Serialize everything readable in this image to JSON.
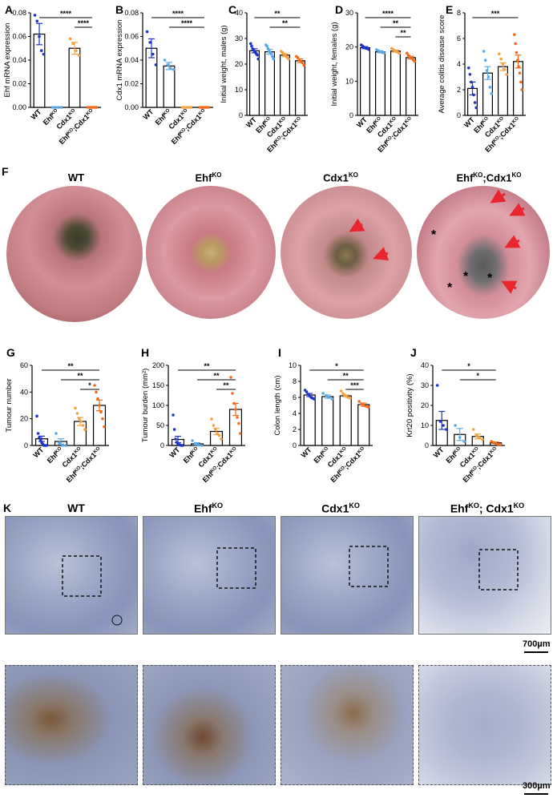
{
  "panels": {
    "A": "A",
    "B": "B",
    "C": "C",
    "D": "D",
    "E": "E",
    "F": "F",
    "G": "G",
    "H": "H",
    "I": "I",
    "J": "J",
    "K": "K"
  },
  "groups": [
    "WT",
    "Ehf",
    "Cdx1",
    "Ehf;Cdx1"
  ],
  "group_labels": [
    {
      "main": "WT",
      "sup": ""
    },
    {
      "main": "Ehf",
      "sup": "KO"
    },
    {
      "main": "Cdx1",
      "sup": "KO"
    },
    {
      "main": "Ehf",
      "sup": "KO",
      "main2": ";Cdx1",
      "sup2": "KO"
    }
  ],
  "images_F": {
    "wt": {
      "main": "WT",
      "sup": ""
    },
    "ehf": {
      "main": "Ehf",
      "sup": "KO"
    },
    "cdx1": {
      "main": "Cdx1",
      "sup": "KO"
    },
    "dko": {
      "main": "Ehf",
      "sup": "KO",
      "main2": ";Cdx1",
      "sup2": "KO"
    }
  },
  "images_K": {
    "wt": {
      "main": "WT",
      "sup": ""
    },
    "ehf": {
      "main": "Ehf",
      "sup": "KO"
    },
    "cdx1": {
      "main": "Cdx1",
      "sup": "KO"
    },
    "dko": {
      "main": "Ehf",
      "sup": "KO",
      "main2": "; Cdx1",
      "sup2": "KO"
    }
  },
  "scale_top": "700µm",
  "scale_bottom": "300µm",
  "colors": {
    "WT": "#1f33c7",
    "Ehf": "#5aa9e6",
    "Cdx1": "#f4a340",
    "Ehf;Cdx1": "#f26a1b",
    "arrow": "#e8262b"
  },
  "chart_data": [
    {
      "id": "A",
      "type": "bar",
      "ylabel": "Ehf mRNA expression",
      "ylim": [
        0,
        0.08
      ],
      "yticks": [
        "0.00",
        "0.02",
        "0.04",
        "0.06",
        "0.08"
      ],
      "values": [
        0.062,
        0.0,
        0.05,
        0.0
      ],
      "errors": [
        0.009,
        0.0,
        0.005,
        0.0
      ],
      "points": [
        [
          0.078,
          0.073,
          0.06,
          0.048,
          0.045
        ],
        [
          0,
          0,
          0,
          0
        ],
        [
          0.058,
          0.054,
          0.048,
          0.044
        ],
        [
          0,
          0,
          0,
          0,
          0,
          0
        ]
      ],
      "sig": [
        {
          "from": 0,
          "to": 3,
          "label": "****"
        },
        {
          "from": 2,
          "to": 3,
          "label": "****"
        }
      ]
    },
    {
      "id": "B",
      "type": "bar",
      "ylabel": "Cdx1 mRNA expression",
      "ylim": [
        0,
        0.08
      ],
      "yticks": [
        "0.00",
        "0.02",
        "0.04",
        "0.06",
        "0.08"
      ],
      "values": [
        0.05,
        0.035,
        0.0,
        0.0
      ],
      "errors": [
        0.008,
        0.003,
        0.0,
        0.0
      ],
      "points": [
        [
          0.064,
          0.055,
          0.045,
          0.036
        ],
        [
          0.04,
          0.036,
          0.033,
          0.032
        ],
        [
          0,
          0,
          0,
          0,
          0
        ],
        [
          0,
          0,
          0,
          0,
          0,
          0
        ]
      ],
      "sig": [
        {
          "from": 0,
          "to": 3,
          "label": "****"
        },
        {
          "from": 1,
          "to": 3,
          "label": "****"
        }
      ]
    },
    {
      "id": "C",
      "type": "bar",
      "ylabel": "Initial weight, males (g)",
      "ylim": [
        0,
        40
      ],
      "yticks": [
        "0",
        "10",
        "20",
        "30",
        "40"
      ],
      "values": [
        25.2,
        24.8,
        23.5,
        21.3
      ],
      "errors": [
        0.8,
        0.9,
        0.6,
        0.7
      ],
      "points": [
        [
          28,
          27,
          26,
          25.5,
          25,
          24.5,
          24,
          23.5,
          22
        ],
        [
          27.5,
          27,
          26,
          25,
          24.5,
          24,
          23,
          22
        ],
        [
          25,
          24.5,
          24,
          23.5,
          23,
          22.5,
          22
        ],
        [
          23,
          22.5,
          21.5,
          21,
          20.5,
          19.5
        ]
      ],
      "sig": [
        {
          "from": 0,
          "to": 3,
          "label": "**"
        },
        {
          "from": 1,
          "to": 3,
          "label": "**"
        }
      ]
    },
    {
      "id": "D",
      "type": "bar",
      "ylabel": "Initial weight, females (g)",
      "ylim": [
        0,
        30
      ],
      "yticks": [
        "0",
        "10",
        "20",
        "30"
      ],
      "values": [
        19.8,
        18.6,
        18.8,
        16.9
      ],
      "errors": [
        0.3,
        0.3,
        0.3,
        0.4
      ],
      "points": [
        [
          20.6,
          20.3,
          20,
          19.8,
          19.6,
          19.5,
          19.3
        ],
        [
          19.2,
          18.9,
          18.6,
          18.4,
          18.3
        ],
        [
          19.6,
          19.3,
          19,
          18.8,
          18.6,
          18.4,
          18.2
        ],
        [
          18.2,
          17.6,
          17.2,
          16.9,
          16.6,
          16.2,
          15.8
        ]
      ],
      "sig": [
        {
          "from": 0,
          "to": 3,
          "label": "****"
        },
        {
          "from": 1,
          "to": 3,
          "label": "**"
        },
        {
          "from": 2,
          "to": 3,
          "label": "**"
        }
      ]
    },
    {
      "id": "E",
      "type": "bar",
      "ylabel": "Average colitis disease score",
      "ylim": [
        0,
        8
      ],
      "yticks": [
        "0",
        "2",
        "4",
        "6",
        "8"
      ],
      "values": [
        2.1,
        3.3,
        3.8,
        4.2
      ],
      "errors": [
        0.5,
        0.5,
        0.3,
        0.5
      ],
      "points": [
        [
          3.7,
          3.2,
          2.6,
          2.2,
          1.6,
          1.0,
          0.6
        ],
        [
          5.0,
          4.3,
          3.5,
          3.0,
          2.2,
          1.7
        ],
        [
          4.8,
          4.4,
          4.0,
          3.6,
          3.2
        ],
        [
          6.3,
          5.6,
          4.9,
          4.3,
          3.8,
          3.3,
          2.6,
          2.0
        ]
      ],
      "sig": [
        {
          "from": 0,
          "to": 3,
          "label": "***"
        }
      ]
    },
    {
      "id": "G",
      "type": "bar",
      "ylabel": "Tumour number",
      "ylim": [
        0,
        60
      ],
      "yticks": [
        "0",
        "20",
        "40",
        "60"
      ],
      "values": [
        5,
        3,
        18,
        30
      ],
      "errors": [
        2,
        2,
        3,
        4
      ],
      "points": [
        [
          22,
          9,
          6,
          4,
          2,
          1,
          0,
          0,
          0
        ],
        [
          9,
          2,
          0,
          0
        ],
        [
          28,
          24,
          20,
          18,
          15,
          12
        ],
        [
          45,
          40,
          35,
          30,
          25,
          20,
          14
        ]
      ],
      "sig": [
        {
          "from": 0,
          "to": 3,
          "label": "**"
        },
        {
          "from": 1,
          "to": 3,
          "label": "**"
        },
        {
          "from": 2,
          "to": 3,
          "label": "*"
        }
      ]
    },
    {
      "id": "H",
      "type": "bar",
      "ylabel": "Tumour burden (mm²)",
      "ylim": [
        0,
        200
      ],
      "yticks": [
        "0",
        "50",
        "100",
        "150",
        "200"
      ],
      "values": [
        15,
        4,
        35,
        90
      ],
      "errors": [
        8,
        3,
        8,
        15
      ],
      "points": [
        [
          76,
          40,
          16,
          8,
          4,
          2,
          1,
          0,
          0
        ],
        [
          12,
          3,
          1,
          0
        ],
        [
          66,
          50,
          40,
          30,
          25,
          16
        ],
        [
          170,
          130,
          105,
          90,
          70,
          55,
          30
        ]
      ],
      "sig": [
        {
          "from": 0,
          "to": 3,
          "label": "**"
        },
        {
          "from": 1,
          "to": 3,
          "label": "**"
        },
        {
          "from": 2,
          "to": 3,
          "label": "**"
        }
      ]
    },
    {
      "id": "I",
      "type": "bar",
      "ylabel": "Colon length (cm)",
      "ylim": [
        0,
        10
      ],
      "yticks": [
        "0",
        "2",
        "4",
        "6",
        "8",
        "10"
      ],
      "values": [
        6.3,
        6.1,
        6.2,
        5.1
      ],
      "errors": [
        0.2,
        0.2,
        0.1,
        0.2
      ],
      "points": [
        [
          6.9,
          6.7,
          6.4,
          6.2,
          6.0,
          5.9,
          5.8
        ],
        [
          6.5,
          6.2,
          6.0,
          5.8
        ],
        [
          6.8,
          6.5,
          6.3,
          6.1,
          6.0,
          5.9
        ],
        [
          5.5,
          5.2,
          5.0,
          4.9,
          4.8
        ]
      ],
      "sig": [
        {
          "from": 0,
          "to": 3,
          "label": "*"
        },
        {
          "from": 1,
          "to": 3,
          "label": "**"
        },
        {
          "from": 2,
          "to": 3,
          "label": "***"
        }
      ]
    },
    {
      "id": "J",
      "type": "bar",
      "ylabel": "Krt20 positivity (%)",
      "ylim": [
        0,
        40
      ],
      "yticks": [
        "0",
        "10",
        "20",
        "30",
        "40"
      ],
      "values": [
        12.5,
        5.5,
        4.5,
        1.3
      ],
      "errors": [
        4.5,
        3,
        1.2,
        0.4
      ],
      "points": [
        [
          30,
          12,
          10,
          8
        ],
        [
          10,
          4,
          2
        ],
        [
          8,
          5,
          4,
          3
        ],
        [
          2,
          1.5,
          1,
          0.5,
          0.5
        ]
      ],
      "sig": [
        {
          "from": 0,
          "to": 3,
          "label": "*"
        },
        {
          "from": 1,
          "to": 3,
          "label": "*"
        }
      ]
    }
  ]
}
